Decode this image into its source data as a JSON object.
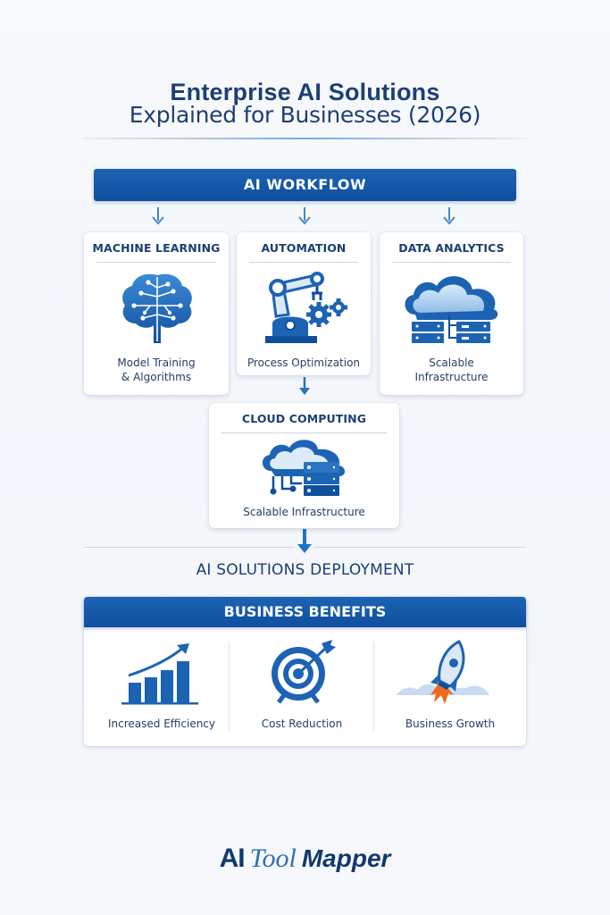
{
  "header": {
    "title_line1": "Enterprise AI Solutions",
    "title_line2": "Explained for Businesses (2026)"
  },
  "workflow": {
    "label": "AI WORKFLOW",
    "cards": [
      {
        "title": "MACHINE LEARNING",
        "icon": "brain-circuit-icon",
        "subtitle_line1": "Model Training",
        "subtitle_line2": "& Algorithms"
      },
      {
        "title": "AUTOMATION",
        "icon": "robotic-arm-gears-icon",
        "subtitle_line1": "Process Optimization",
        "subtitle_line2": ""
      },
      {
        "title": "DATA ANALYTICS",
        "icon": "cloud-servers-icon",
        "subtitle_line1": "Scalable",
        "subtitle_line2": "Infrastructure"
      }
    ],
    "center_card": {
      "title": "CLOUD COMPUTING",
      "icon": "cloud-server-stack-icon",
      "subtitle": "Scalable Infrastructure"
    }
  },
  "deployment": {
    "label": "AI SOLUTIONS DEPLOYMENT"
  },
  "benefits": {
    "label": "BUSINESS BENEFITS",
    "items": [
      {
        "label": "Increased Efficiency",
        "icon": "growth-bar-chart-icon"
      },
      {
        "label": "Cost Reduction",
        "icon": "target-arrow-icon"
      },
      {
        "label": "Business Growth",
        "icon": "rocket-icon"
      }
    ]
  },
  "footer": {
    "logo_part1": "AI",
    "logo_part2": "Tool",
    "logo_part3": "Mapper"
  },
  "colors": {
    "primary": "#1c63b4",
    "dark_text": "#1b3f73",
    "accent_light": "#7ea7d1",
    "flame": "#f06a1c"
  }
}
